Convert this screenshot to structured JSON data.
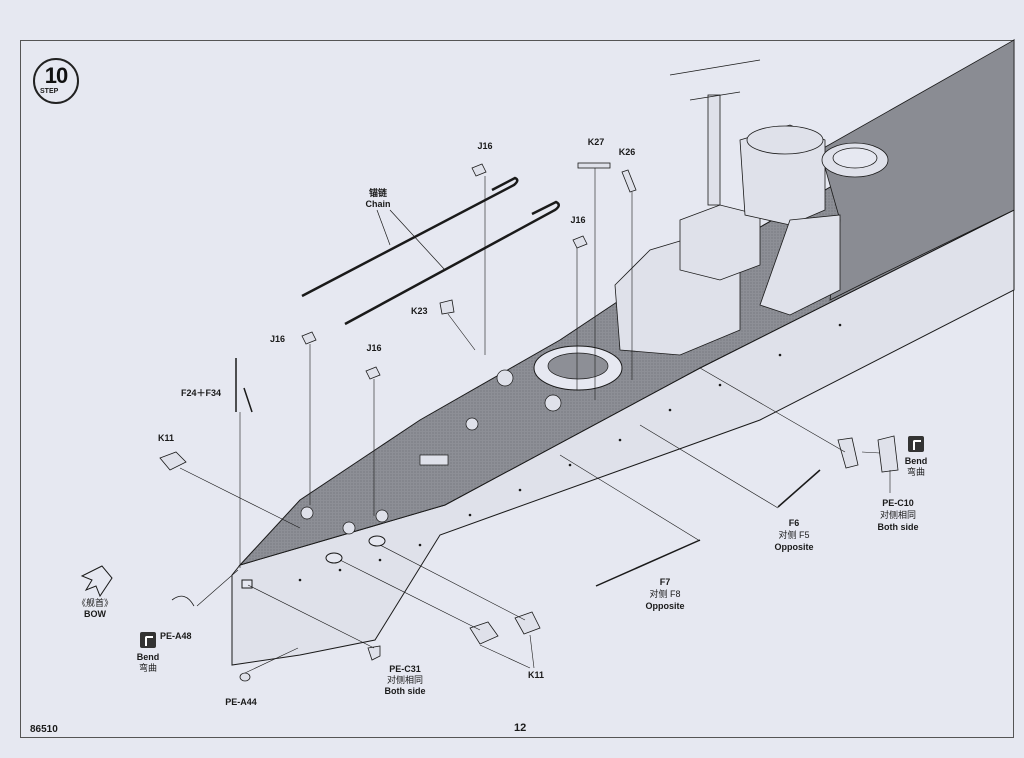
{
  "step": {
    "number": "10",
    "word": "STEP"
  },
  "labels": {
    "chain_cn": "锚链",
    "chain_en": "Chain",
    "j16_a": "J16",
    "j16_b": "J16",
    "j16_c": "J16",
    "j16_d": "J16",
    "k27": "K27",
    "k26": "K26",
    "k23": "K23",
    "f24_f34": "F24＋F34",
    "k11_left": "K11",
    "k11_right": "K11",
    "bow_cn": "《舰首》",
    "bow_en": "BOW",
    "pe_a48": "PE-A48",
    "bend_en_left": "Bend",
    "bend_cn_left": "弯曲",
    "bend_en_right": "Bend",
    "bend_cn_right": "弯曲",
    "pe_c31": "PE-C31",
    "pe_c31_cn": "对侧相同",
    "pe_c31_en": "Both side",
    "pe_a44": "PE-A44",
    "f6": "F6",
    "f6_cn": "对侧 F5",
    "f6_en": "Opposite",
    "f7": "F7",
    "f7_cn": "对侧 F8",
    "f7_en": "Opposite",
    "pe_c10": "PE-C10",
    "pe_c10_cn": "对侧相同",
    "pe_c10_en": "Both side"
  },
  "footer": {
    "page_number": "12",
    "kit_code": "86510"
  },
  "colors": {
    "paper": "#e6e8f1",
    "deck": "#8d8f96",
    "line": "#1a1a1a"
  }
}
